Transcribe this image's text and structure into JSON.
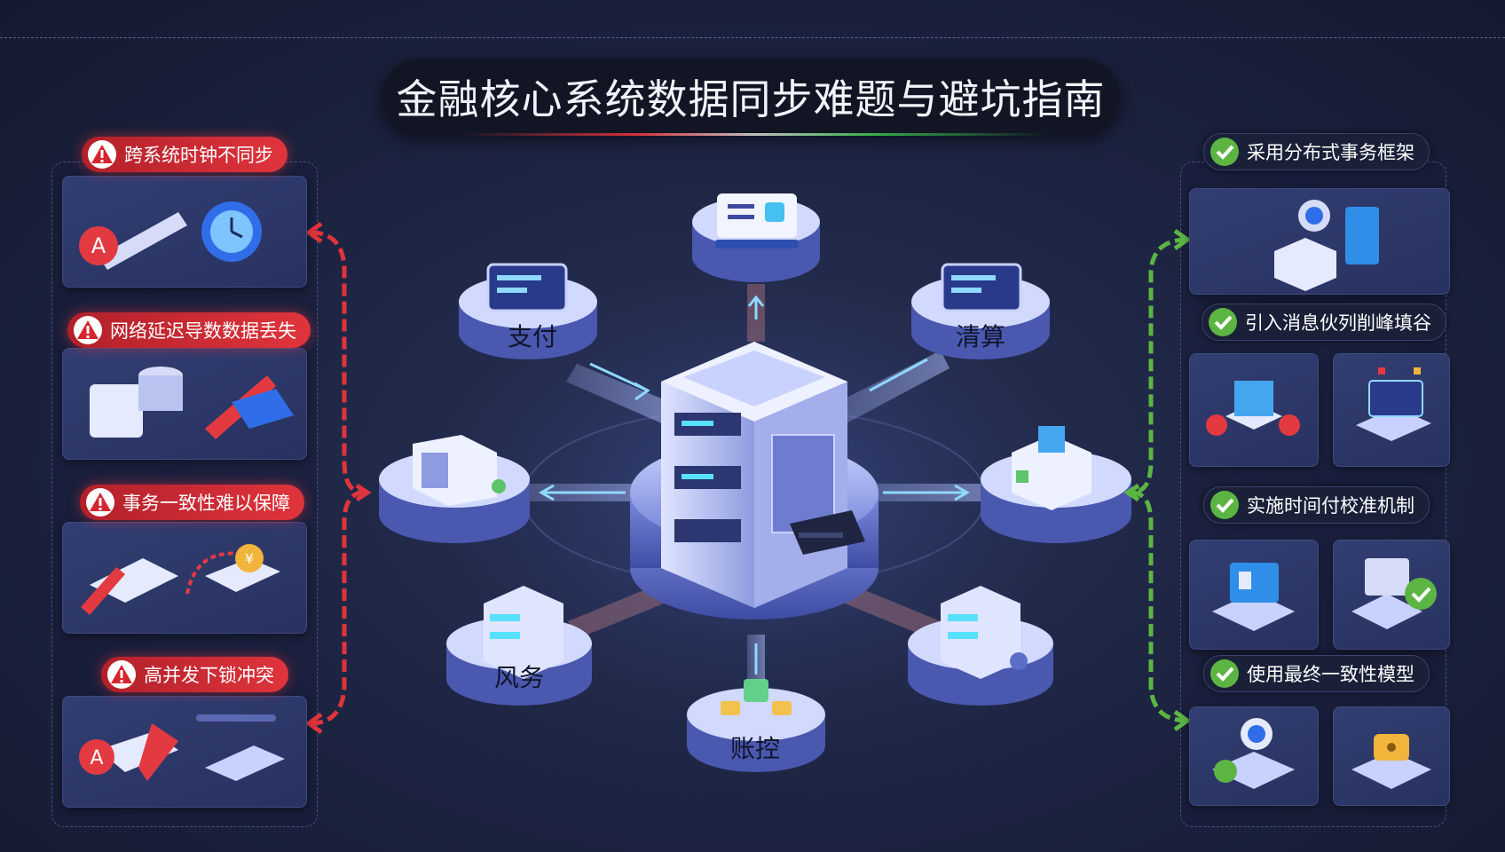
{
  "title": "金融核心系统数据同步难题与避坑指南",
  "problems": [
    {
      "label": "跨系统时钟不同步",
      "icon": "warning-icon"
    },
    {
      "label": "网络延迟导数数据丢失",
      "icon": "warning-icon"
    },
    {
      "label": "事务一致性难以保障",
      "icon": "warning-icon"
    },
    {
      "label": "高并发下锁冲突",
      "icon": "warning-icon"
    }
  ],
  "solutions": [
    {
      "label": "采用分布式事务框架",
      "icon": "check-icon"
    },
    {
      "label": "引入消息伙列削峰填谷",
      "icon": "check-icon"
    },
    {
      "label": "实施时间付校准机制",
      "icon": "check-icon"
    },
    {
      "label": "使用最终一致性模型",
      "icon": "check-icon"
    }
  ],
  "nodes": {
    "payment": "支付",
    "clearing": "清算",
    "risk": "风务",
    "accounting": "账控"
  },
  "colors": {
    "problem_accent": "#e0343c",
    "solution_accent": "#5cb543",
    "connector": "#8fd9ff"
  }
}
